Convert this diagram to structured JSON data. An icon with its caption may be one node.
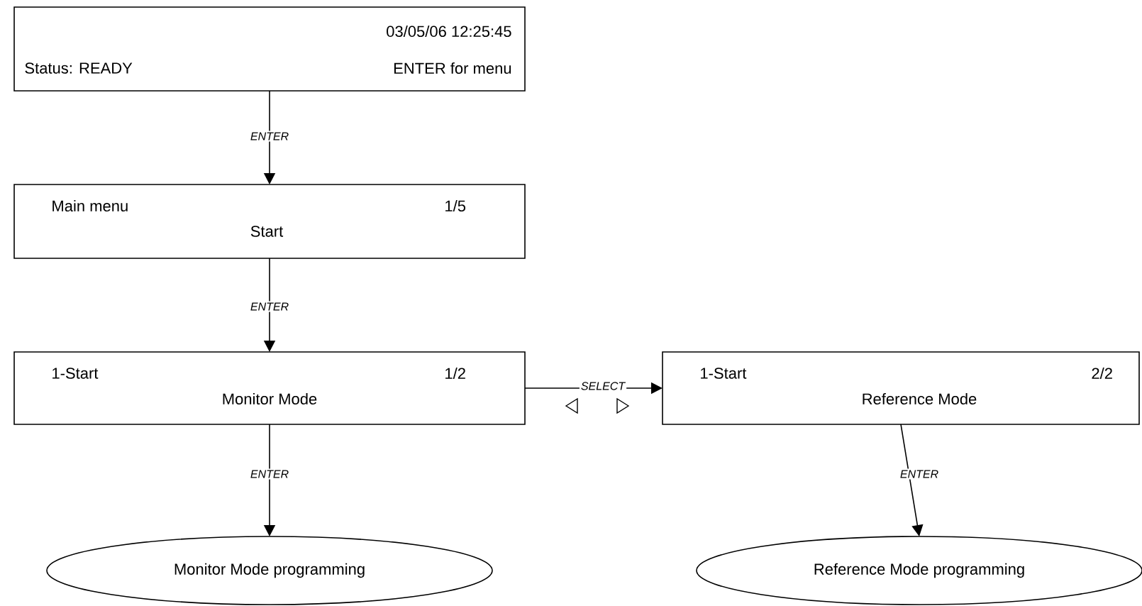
{
  "diagram": {
    "nodes": [
      {
        "text": [
          "03/05/06  12:25:45",
          "Status: READY",
          "ENTER for menu"
        ]
      },
      {
        "text": [
          "Main menu",
          "1/5",
          "Start"
        ]
      },
      {
        "text": [
          "1-Start",
          "1/2",
          "Monitor Mode"
        ]
      },
      {
        "text": [
          "1-Start",
          "2/2",
          "Reference Mode"
        ]
      },
      {
        "text": [
          "Monitor Mode programming"
        ]
      },
      {
        "text": [
          "Reference Mode programming"
        ]
      }
    ],
    "edges": [
      {
        "from": 0,
        "to": 1,
        "arrow": "to",
        "label": "ENTER"
      },
      {
        "from": 1,
        "to": 2,
        "arrow": "to",
        "label": "ENTER"
      },
      {
        "from": 2,
        "to": 3,
        "arrow": "to",
        "label": "SELECT"
      },
      {
        "from": 2,
        "to": 4,
        "arrow": "to",
        "label": "ENTER"
      },
      {
        "from": 3,
        "to": 5,
        "arrow": "to",
        "label": "ENTER"
      }
    ]
  }
}
